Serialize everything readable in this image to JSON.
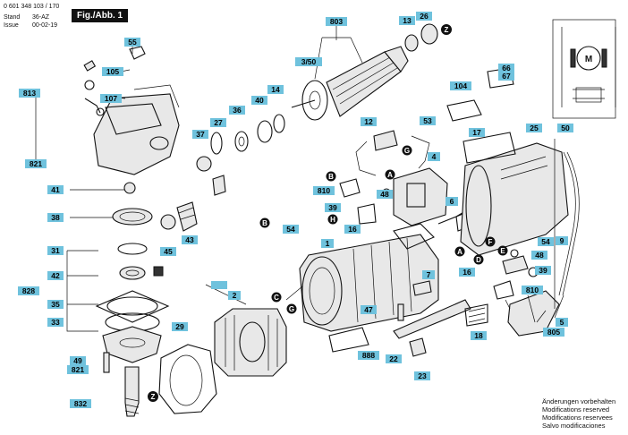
{
  "header": {
    "part_number": "0 601 348 103 / 170",
    "stand_label": "Stand",
    "issue_label": "Issue",
    "revision_code": "36-AZ",
    "issue_date": "00-02-19",
    "figure_label": "Fig./Abb. 1"
  },
  "part_numbers": [
    "803",
    "13",
    "26",
    "3/50",
    "55",
    "105",
    "107",
    "813",
    "821",
    "38",
    "41",
    "27",
    "37",
    "36",
    "40",
    "14",
    "12",
    "53",
    "104",
    "66",
    "67",
    "25",
    "17",
    "50",
    "31",
    "42",
    "828",
    "35",
    "33",
    "49",
    "821",
    "832",
    "45",
    "43",
    "54",
    "810",
    "39",
    "16",
    "48",
    "4",
    "6",
    "9",
    "5",
    "805",
    "1",
    "2",
    "29",
    "47",
    "7",
    "888",
    "22",
    "23",
    "18",
    "16",
    "810",
    "39",
    "48",
    "54",
    "H",
    "G"
  ],
  "callouts": [
    "Z",
    "G",
    "B",
    "A",
    "C",
    "D",
    "E",
    "F",
    "H"
  ],
  "notice": [
    "Änderungen vorbehalten",
    "Modifications reserved",
    "Modifications reservees",
    "Salvo modificaciones"
  ],
  "colors": {
    "label_fill": "#6fc2dd",
    "ink": "#111111",
    "paper": "#ffffff"
  }
}
